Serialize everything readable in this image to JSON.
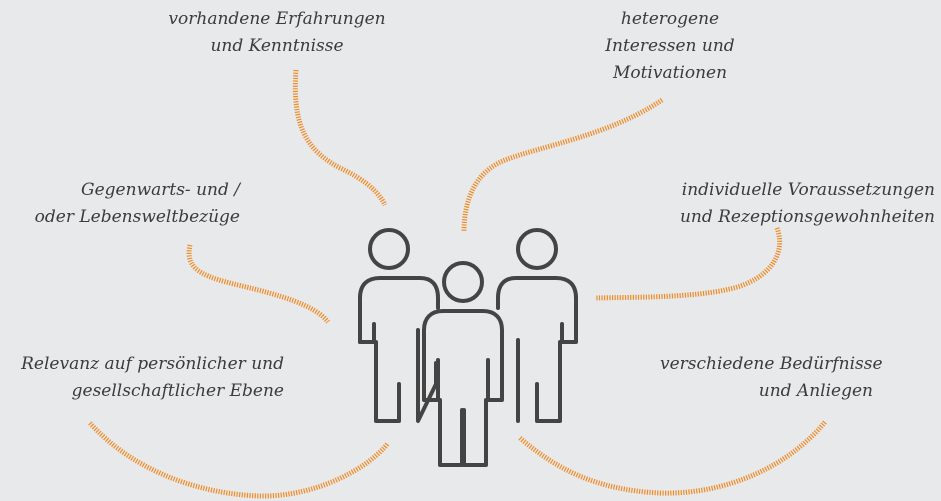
{
  "colors": {
    "background": "#e8e9ea",
    "connector": "#f08a24",
    "figure": "#444444",
    "text": "#3b3b3b"
  },
  "labels": {
    "top_left": [
      "vorhandene Erfahrungen",
      "und Kenntnisse"
    ],
    "top_right": [
      "heterogene",
      "Interessen und",
      "Motivationen"
    ],
    "mid_left": [
      "Gegenwarts- und /",
      "oder Lebensweltbezüge"
    ],
    "mid_right": [
      "individuelle Voraussetzungen",
      "und Rezeptionsgewohnheiten"
    ],
    "bottom_left": [
      "Relevanz auf persönlicher und",
      "gesellschaftlicher Ebene"
    ],
    "bottom_right": [
      "verschiedene Bedürfnisse",
      "und Anliegen"
    ]
  },
  "icons": {
    "center": "group-of-people-icon"
  }
}
